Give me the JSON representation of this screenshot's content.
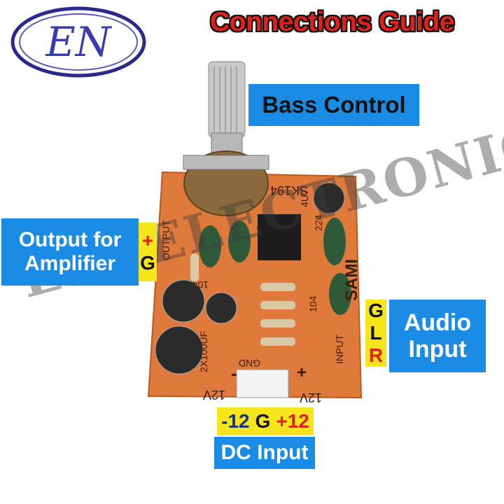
{
  "logo": {
    "text": "EN"
  },
  "title": "Connections Guide",
  "bass_control": "Bass Control",
  "output": {
    "label_line1": "Output for",
    "label_line2": "Amplifier",
    "pin_plus": "+",
    "pin_g": "G"
  },
  "audio_input": {
    "pin_g": "G",
    "pin_l": "L",
    "pin_r": "R",
    "label_line1": "Audio",
    "label_line2": "Input"
  },
  "dc_input": {
    "neg": "-12",
    "g": "G",
    "pos": "+12",
    "label": "DC Input"
  },
  "watermark": "E.N ELECTRONICS",
  "board": {
    "model": "SK194",
    "output_silk": "OUTPUT",
    "input_silk": "INPUT",
    "gnd_silk": "GND",
    "cap_silk": "2X100UF",
    "v_left": "12V",
    "v_right": "12V",
    "minus": "-",
    "plus": "+",
    "r104_a": "104",
    "r104_b": "104",
    "c4u7": "4U7",
    "c224": "224",
    "brand_silk": "SAMI"
  },
  "colors": {
    "board": "#e07a3c",
    "blue_box": "#1a8ce6",
    "yellow_box": "#f5e51a",
    "title_red": "#e0201b"
  }
}
